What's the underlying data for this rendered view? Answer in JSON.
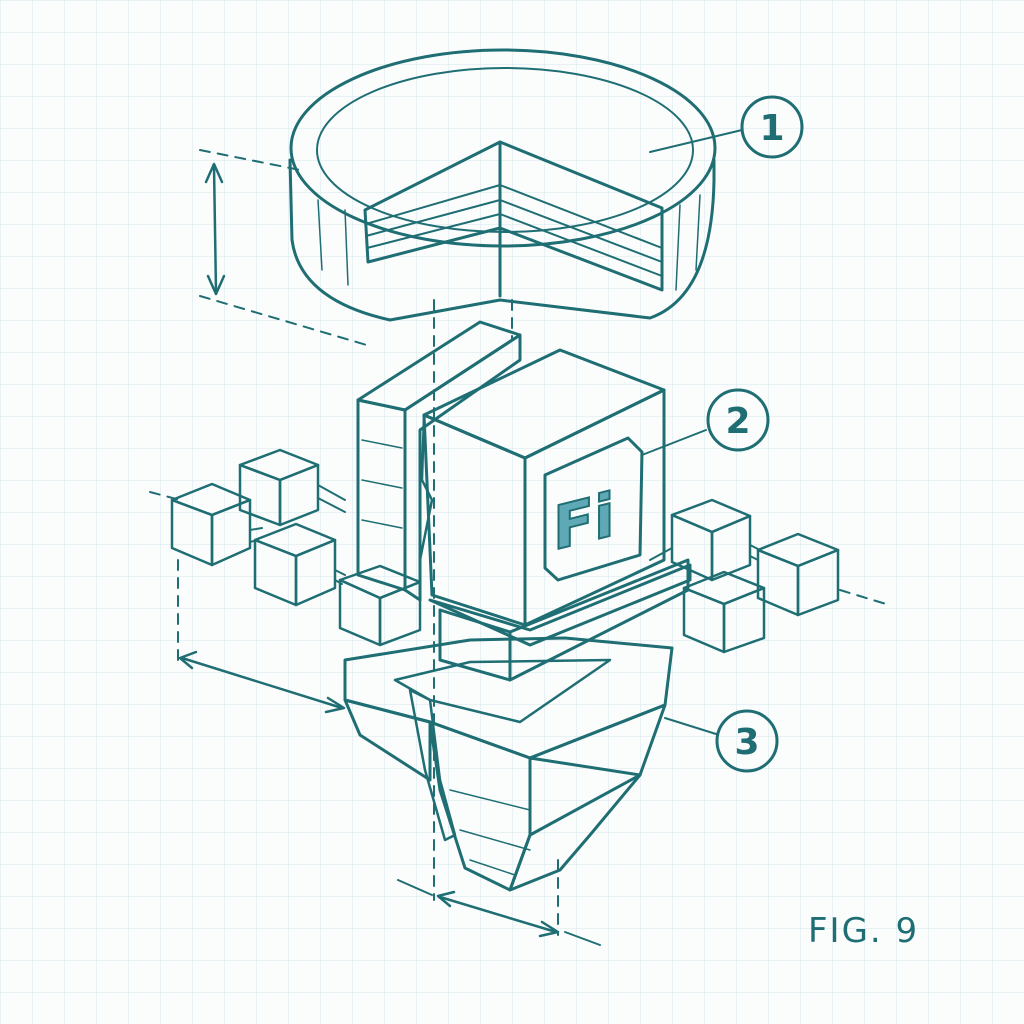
{
  "callouts": [
    {
      "label": "1"
    },
    {
      "label": "2"
    },
    {
      "label": "3"
    }
  ],
  "figure_label": "FIG. 9",
  "logo_text": "Fi",
  "colors": {
    "ink": "#1f6e73",
    "grid": "#d6e7ea",
    "paper": "#fbfdfd",
    "logo_fill": "#5ea9b5",
    "logo_panel": "#e8f3f5"
  }
}
